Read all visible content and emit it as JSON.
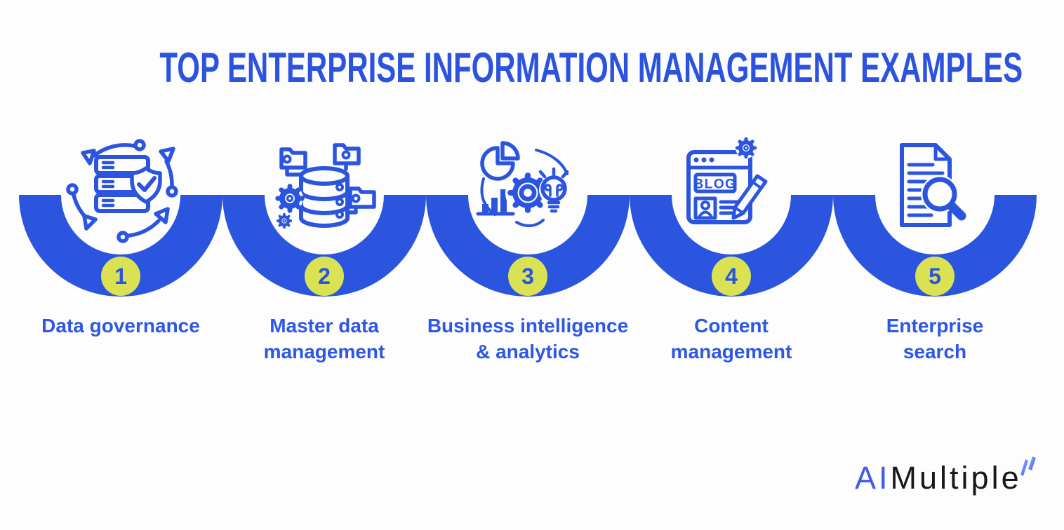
{
  "title": "TOP ENTERPRISE INFORMATION MANAGEMENT EXAMPLES",
  "colors": {
    "accent_blue": "#2B55DF",
    "title_blue": "#2B53E0",
    "label_blue": "#2D57E4",
    "badge_yellow": "#DAE254",
    "logo_blue": "#3D5AF1",
    "logo_black": "#17181C",
    "background": "#FDFDFD"
  },
  "units": [
    {
      "number": "1",
      "label": "Data governance",
      "label_lines": [
        "Data governance"
      ],
      "icon": "data-governance-icon"
    },
    {
      "number": "2",
      "label": "Master data management",
      "label_lines": [
        "Master data",
        "management"
      ],
      "icon": "master-data-management-icon"
    },
    {
      "number": "3",
      "label": "Business intelligence & analytics",
      "label_lines": [
        "Business intelligence",
        "& analytics"
      ],
      "icon": "business-intelligence-analytics-icon"
    },
    {
      "number": "4",
      "label": "Content management",
      "label_lines": [
        "Content",
        "management"
      ],
      "icon": "content-management-icon",
      "icon_text": "BLOG"
    },
    {
      "number": "5",
      "label": "Enterprise search",
      "label_lines": [
        "Enterprise",
        "search"
      ],
      "icon": "enterprise-search-icon"
    }
  ],
  "logo": {
    "ai": "AI",
    "multiple": "Multiple",
    "mark": "bolt-mark"
  }
}
